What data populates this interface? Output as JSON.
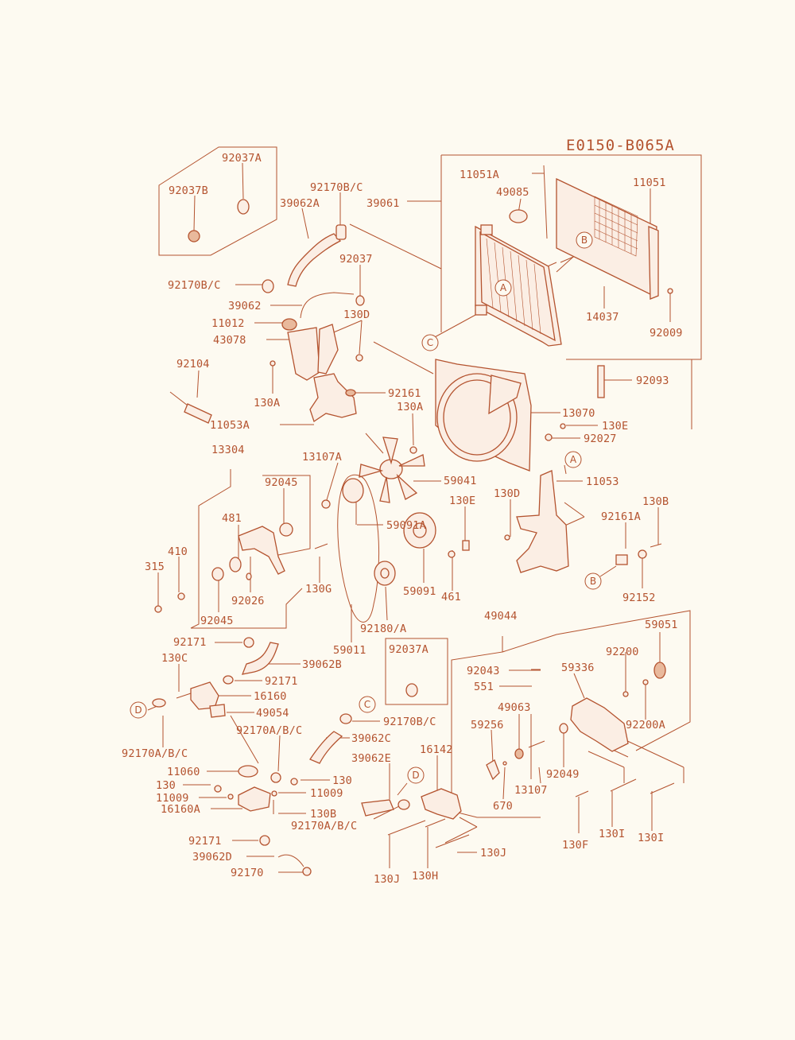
{
  "diagram": {
    "code": "E0150-B065A",
    "callout_letters": [
      "A",
      "B",
      "C",
      "D"
    ],
    "part_numbers": [
      "92037A",
      "92037B",
      "92170B/C",
      "39062A",
      "39061",
      "11051A",
      "49085",
      "11051",
      "92037",
      "92170B/C",
      "39062",
      "11012",
      "43078",
      "130D",
      "92104",
      "130A",
      "92161",
      "11053A",
      "130A",
      "13070",
      "130E",
      "92027",
      "14037",
      "92009",
      "92093",
      "13304",
      "13107A",
      "92045",
      "59041",
      "11053",
      "481",
      "59091A",
      "130E",
      "130D",
      "130B",
      "92161A",
      "410",
      "315",
      "130G",
      "92026",
      "92045",
      "461",
      "59091",
      "92152",
      "92180/A",
      "59011",
      "49044",
      "92171",
      "130C",
      "39062B",
      "92037A",
      "92171",
      "16160",
      "49054",
      "92043",
      "59051",
      "59336",
      "92200",
      "551",
      "92170A/B/C",
      "92170B/C",
      "92170A/B/C",
      "39062C",
      "49063",
      "92200A",
      "59256",
      "92049",
      "16142",
      "39062E",
      "11060",
      "130",
      "130",
      "11009",
      "11009",
      "670",
      "13107",
      "16160A",
      "130B",
      "92170A/B/C",
      "92171",
      "39062D",
      "130J",
      "130F",
      "130I",
      "130I",
      "92170",
      "130J",
      "130H"
    ]
  }
}
